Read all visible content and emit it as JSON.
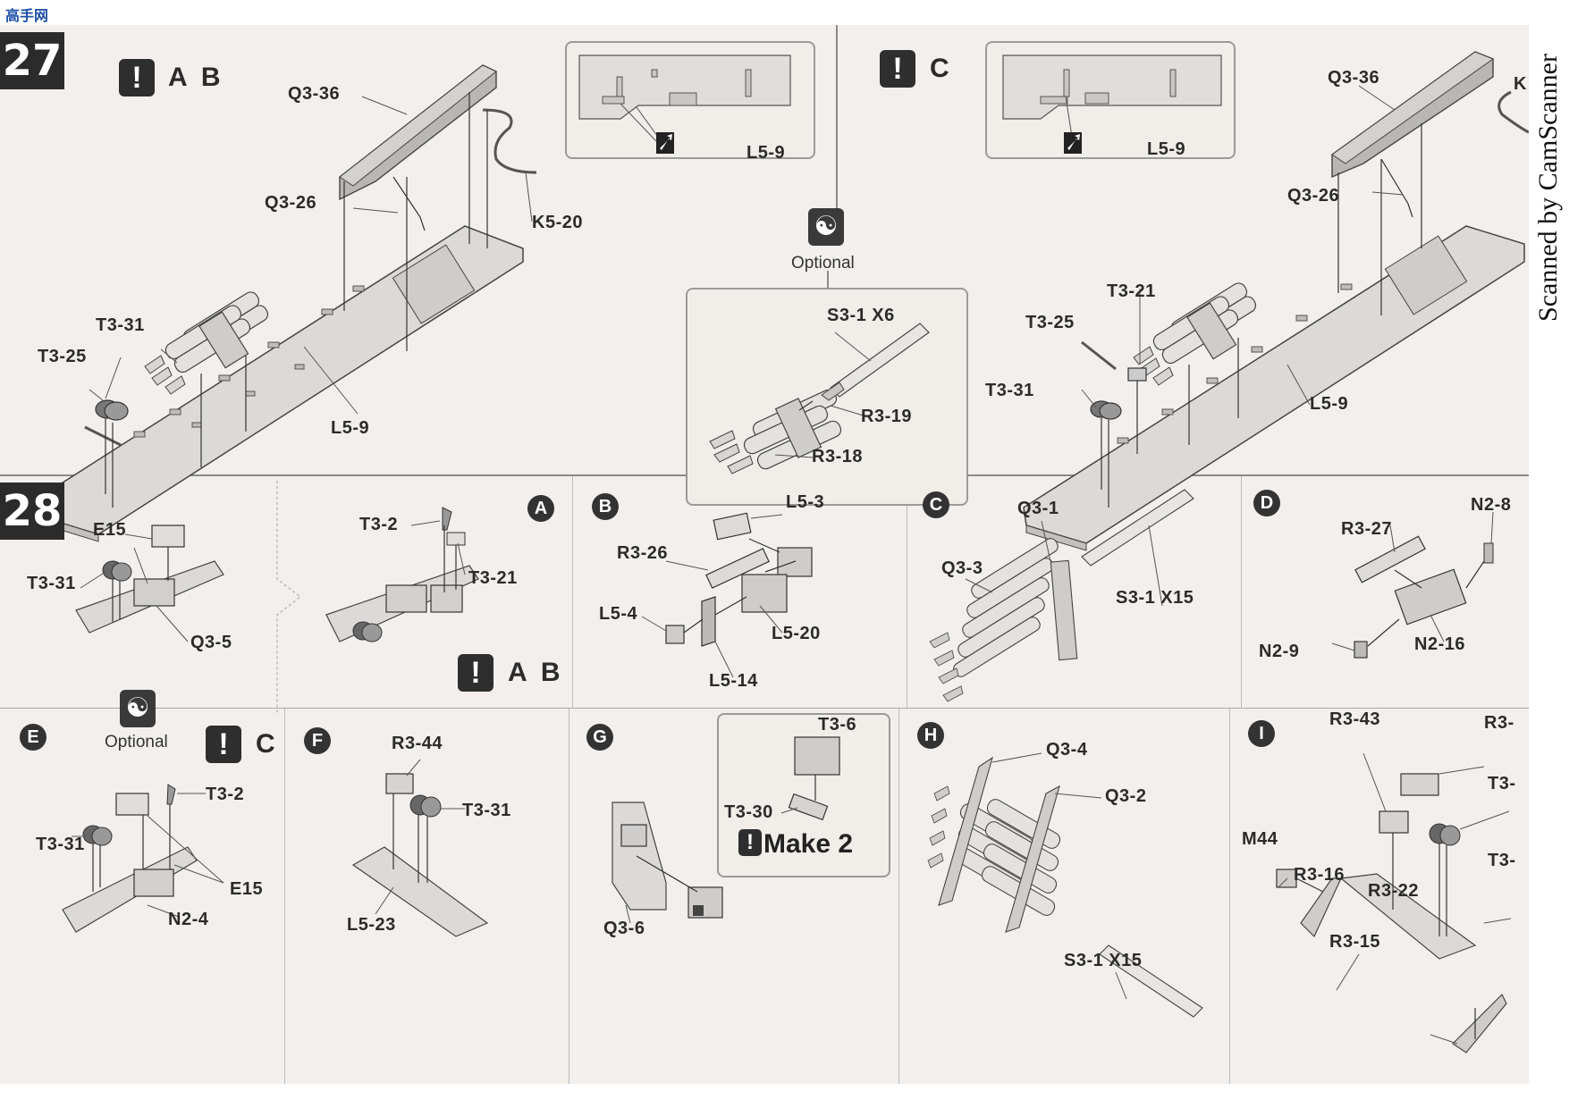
{
  "site_logo_text": "高手网",
  "watermark": "Scanned by CamScanner",
  "steps": {
    "s27": {
      "number": "27",
      "warn_ab": "A B",
      "warn_c": "C",
      "optional": "Optional"
    },
    "s28": {
      "number": "28",
      "warn_ab": "A B",
      "optional": "Optional",
      "warn_c": "C",
      "make_two": "Make 2"
    }
  },
  "variants": {
    "a": "A",
    "b": "B",
    "c": "C",
    "d": "D",
    "e": "E",
    "f": "F",
    "g": "G",
    "h": "H",
    "i": "I"
  },
  "parts": {
    "p27_q3_36": "Q3-36",
    "p27_q3_26": "Q3-26",
    "p27_k5_20": "K5-20",
    "p27_t3_31": "T3-31",
    "p27_t3_25": "T3-25",
    "p27_l5_9": "L5-9",
    "p27_inset_l5_9": "L5-9",
    "p27_c_inset_l5_9": "L5-9",
    "p27_opt_s3_1": "S3-1 X6",
    "p27_opt_r3_19": "R3-19",
    "p27_opt_r3_18": "R3-18",
    "p27_c_q3_36": "Q3-36",
    "p27_c_k": "K",
    "p27_c_q3_26": "Q3-26",
    "p27_c_t3_21": "T3-21",
    "p27_c_t3_25": "T3-25",
    "p27_c_t3_31": "T3-31",
    "p27_c_l5_9": "L5-9",
    "p28_e15": "E15",
    "p28_t3_31": "T3-31",
    "p28_q3_5": "Q3-5",
    "p28a_t3_2": "T3-2",
    "p28a_t3_21": "T3-21",
    "p28b_l5_3": "L5-3",
    "p28b_r3_26": "R3-26",
    "p28b_l5_4": "L5-4",
    "p28b_l5_20": "L5-20",
    "p28b_l5_14": "L5-14",
    "p28c_q3_1": "Q3-1",
    "p28c_q3_3": "Q3-3",
    "p28c_s3_1": "S3-1 X15",
    "p28d_r3_27": "R3-27",
    "p28d_n2_8": "N2-8",
    "p28d_n2_9": "N2-9",
    "p28d_n2_16": "N2-16",
    "p28e_t3_2": "T3-2",
    "p28e_t3_31": "T3-31",
    "p28e_e15": "E15",
    "p28e_n2_4": "N2-4",
    "p28f_r3_44": "R3-44",
    "p28f_t3_31": "T3-31",
    "p28f_l5_23": "L5-23",
    "p28g_t3_6": "T3-6",
    "p28g_t3_30": "T3-30",
    "p28g_q3_6": "Q3-6",
    "p28h_q3_4": "Q3-4",
    "p28h_q3_2": "Q3-2",
    "p28h_s3_1": "S3-1 X15",
    "p28i_r3_43": "R3-43",
    "p28i_r3_cut": "R3-",
    "p28i_t3_cut_a": "T3-",
    "p28i_t3_cut_b": "T3-",
    "p28i_m44": "M44",
    "p28i_r3_16": "R3-16",
    "p28i_r3_22": "R3-22",
    "p28i_r3_15": "R3-15"
  }
}
